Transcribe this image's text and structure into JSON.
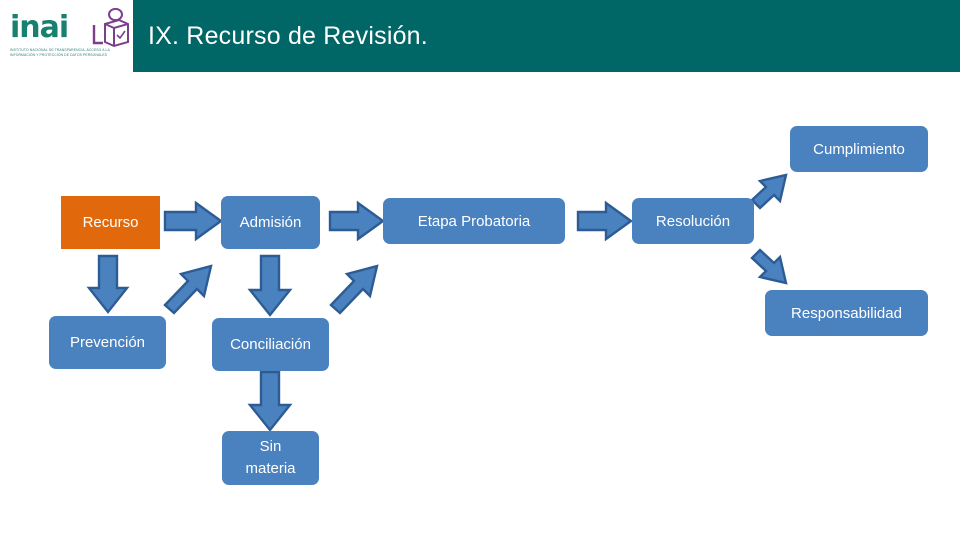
{
  "header": {
    "title": "IX. Recurso de Revisión.",
    "bar_color": "#006666",
    "title_color": "#ffffff"
  },
  "logo": {
    "wordmark": "inai",
    "wordmark_color": "#18806f",
    "mark_color": "#7b3f8c",
    "tagline": "Instituto Nacional de Transparencia, Acceso a la Información y Protección de Datos Personales"
  },
  "diagram": {
    "type": "flowchart",
    "accent_blue": "#4a81bf",
    "accent_orange": "#e2690b",
    "arrow_fill": "#4a81bf",
    "arrow_stroke": "#2d5c94",
    "nodes": [
      {
        "id": "recurso",
        "label": "Recurso",
        "style": "orange"
      },
      {
        "id": "admision",
        "label": "Admisión",
        "style": "blue"
      },
      {
        "id": "etapa",
        "label": "Etapa Probatoria",
        "style": "blue"
      },
      {
        "id": "resolucion",
        "label": "Resolución",
        "style": "blue"
      },
      {
        "id": "cumplimiento",
        "label": "Cumplimiento",
        "style": "blue"
      },
      {
        "id": "responsabilidad",
        "label": "Responsabilidad",
        "style": "blue"
      },
      {
        "id": "prevencion",
        "label": "Prevención",
        "style": "blue"
      },
      {
        "id": "conciliacion",
        "label": "Conciliación",
        "style": "blue"
      },
      {
        "id": "sinmateria",
        "label_line1": "Sin",
        "label_line2": "materia",
        "style": "blue"
      }
    ],
    "edges": [
      {
        "from": "recurso",
        "to": "admision",
        "direction": "right"
      },
      {
        "from": "admision",
        "to": "etapa",
        "direction": "right"
      },
      {
        "from": "etapa",
        "to": "resolucion",
        "direction": "right"
      },
      {
        "from": "recurso",
        "to": "prevencion",
        "direction": "down"
      },
      {
        "from": "admision",
        "to": "conciliacion",
        "direction": "down"
      },
      {
        "from": "prevencion",
        "to": "admision",
        "direction": "up-right"
      },
      {
        "from": "conciliacion",
        "to": "etapa",
        "direction": "up-right"
      },
      {
        "from": "conciliacion",
        "to": "sinmateria",
        "direction": "down"
      },
      {
        "from": "resolucion",
        "to": "cumplimiento",
        "direction": "up-right"
      },
      {
        "from": "resolucion",
        "to": "responsabilidad",
        "direction": "down-right"
      }
    ]
  }
}
